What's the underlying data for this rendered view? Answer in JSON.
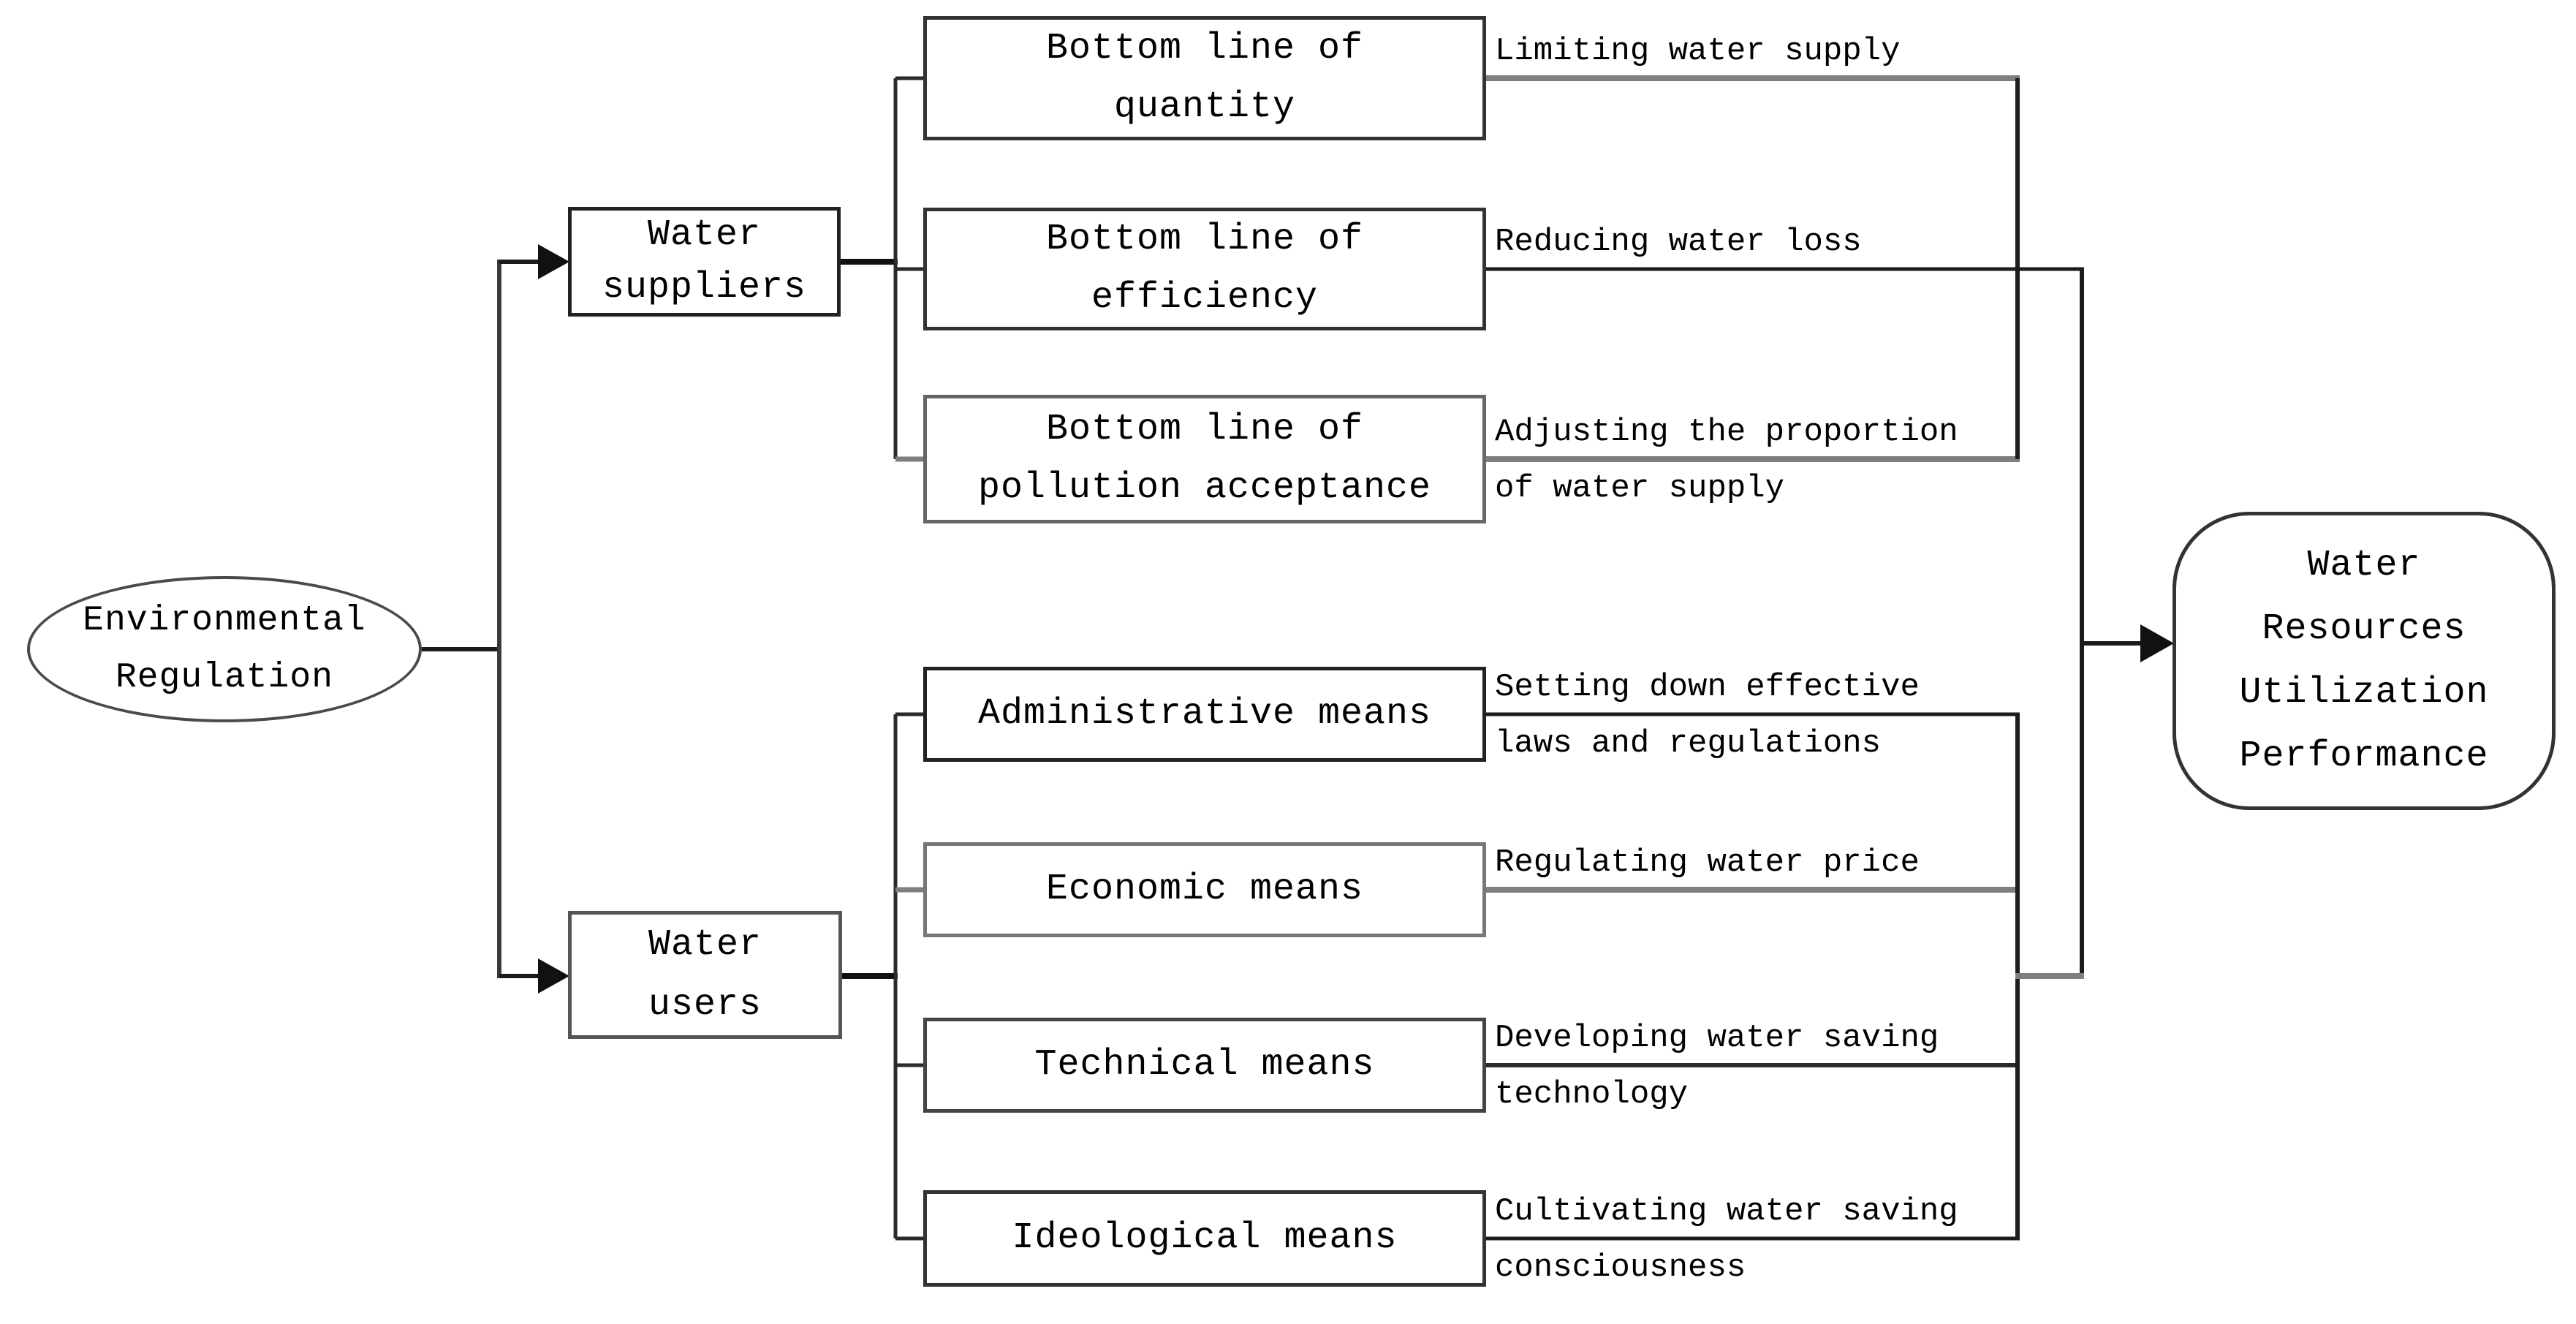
{
  "title": "Environmental regulation and water resources utilization performance diagram",
  "colors": {
    "background": "#ffffff",
    "line_dark": "#1c1c1c",
    "line_gray": "#7f7f7f",
    "text": "#000000"
  },
  "nodes": {
    "source": {
      "line1": "Environmental",
      "line2": "Regulation"
    },
    "suppliers": {
      "line1": "Water",
      "line2": "suppliers"
    },
    "users": {
      "line1": "Water",
      "line2": "users"
    },
    "b1": {
      "line1": "Bottom line of",
      "line2": "quantity"
    },
    "b2": {
      "line1": "Bottom line of",
      "line2": "efficiency"
    },
    "b3": {
      "line1": "Bottom line of",
      "line2": "pollution acceptance"
    },
    "b4": {
      "line1": "Administrative means"
    },
    "b5": {
      "line1": "Economic means"
    },
    "b6": {
      "line1": "Technical means"
    },
    "b7": {
      "line1": "Ideological means"
    },
    "outcome": {
      "line1": "Water",
      "line2": "Resources",
      "line3": "Utilization",
      "line4": "Performance"
    }
  },
  "labels": {
    "l1": {
      "line1": "Limiting water supply"
    },
    "l2": {
      "line1": "Reducing water loss"
    },
    "l3": {
      "line1": "Adjusting the proportion",
      "line2": "of water supply"
    },
    "l4": {
      "line1": "Setting down effective",
      "line2": "laws and regulations"
    },
    "l5": {
      "line1": "Regulating water price"
    },
    "l6": {
      "line1": "Developing water saving",
      "line2": "technology"
    },
    "l7": {
      "line1": "Cultivating water saving",
      "line2": "consciousness"
    }
  }
}
